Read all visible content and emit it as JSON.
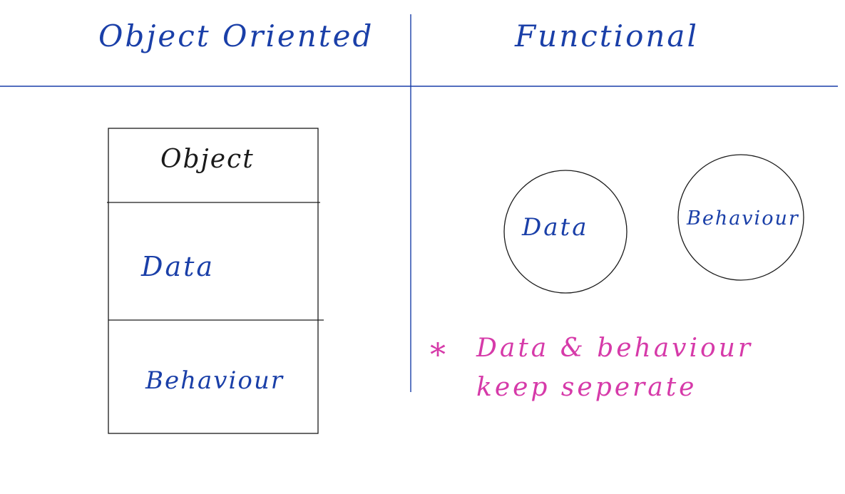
{
  "headings": {
    "left": "Object Oriented",
    "right": "Functional"
  },
  "object_box": {
    "title": "Object",
    "data": "Data",
    "behaviour": "Behaviour"
  },
  "functional": {
    "data_circle": "Data",
    "behaviour_circle": "Behaviour"
  },
  "note": {
    "bullet": "*",
    "line1": "Data & behaviour",
    "line2": "keep seperate"
  },
  "colors": {
    "blue": "#1a3fa8",
    "black": "#1a1a1a",
    "pink": "#d63aa9",
    "background": "#ffffff"
  }
}
